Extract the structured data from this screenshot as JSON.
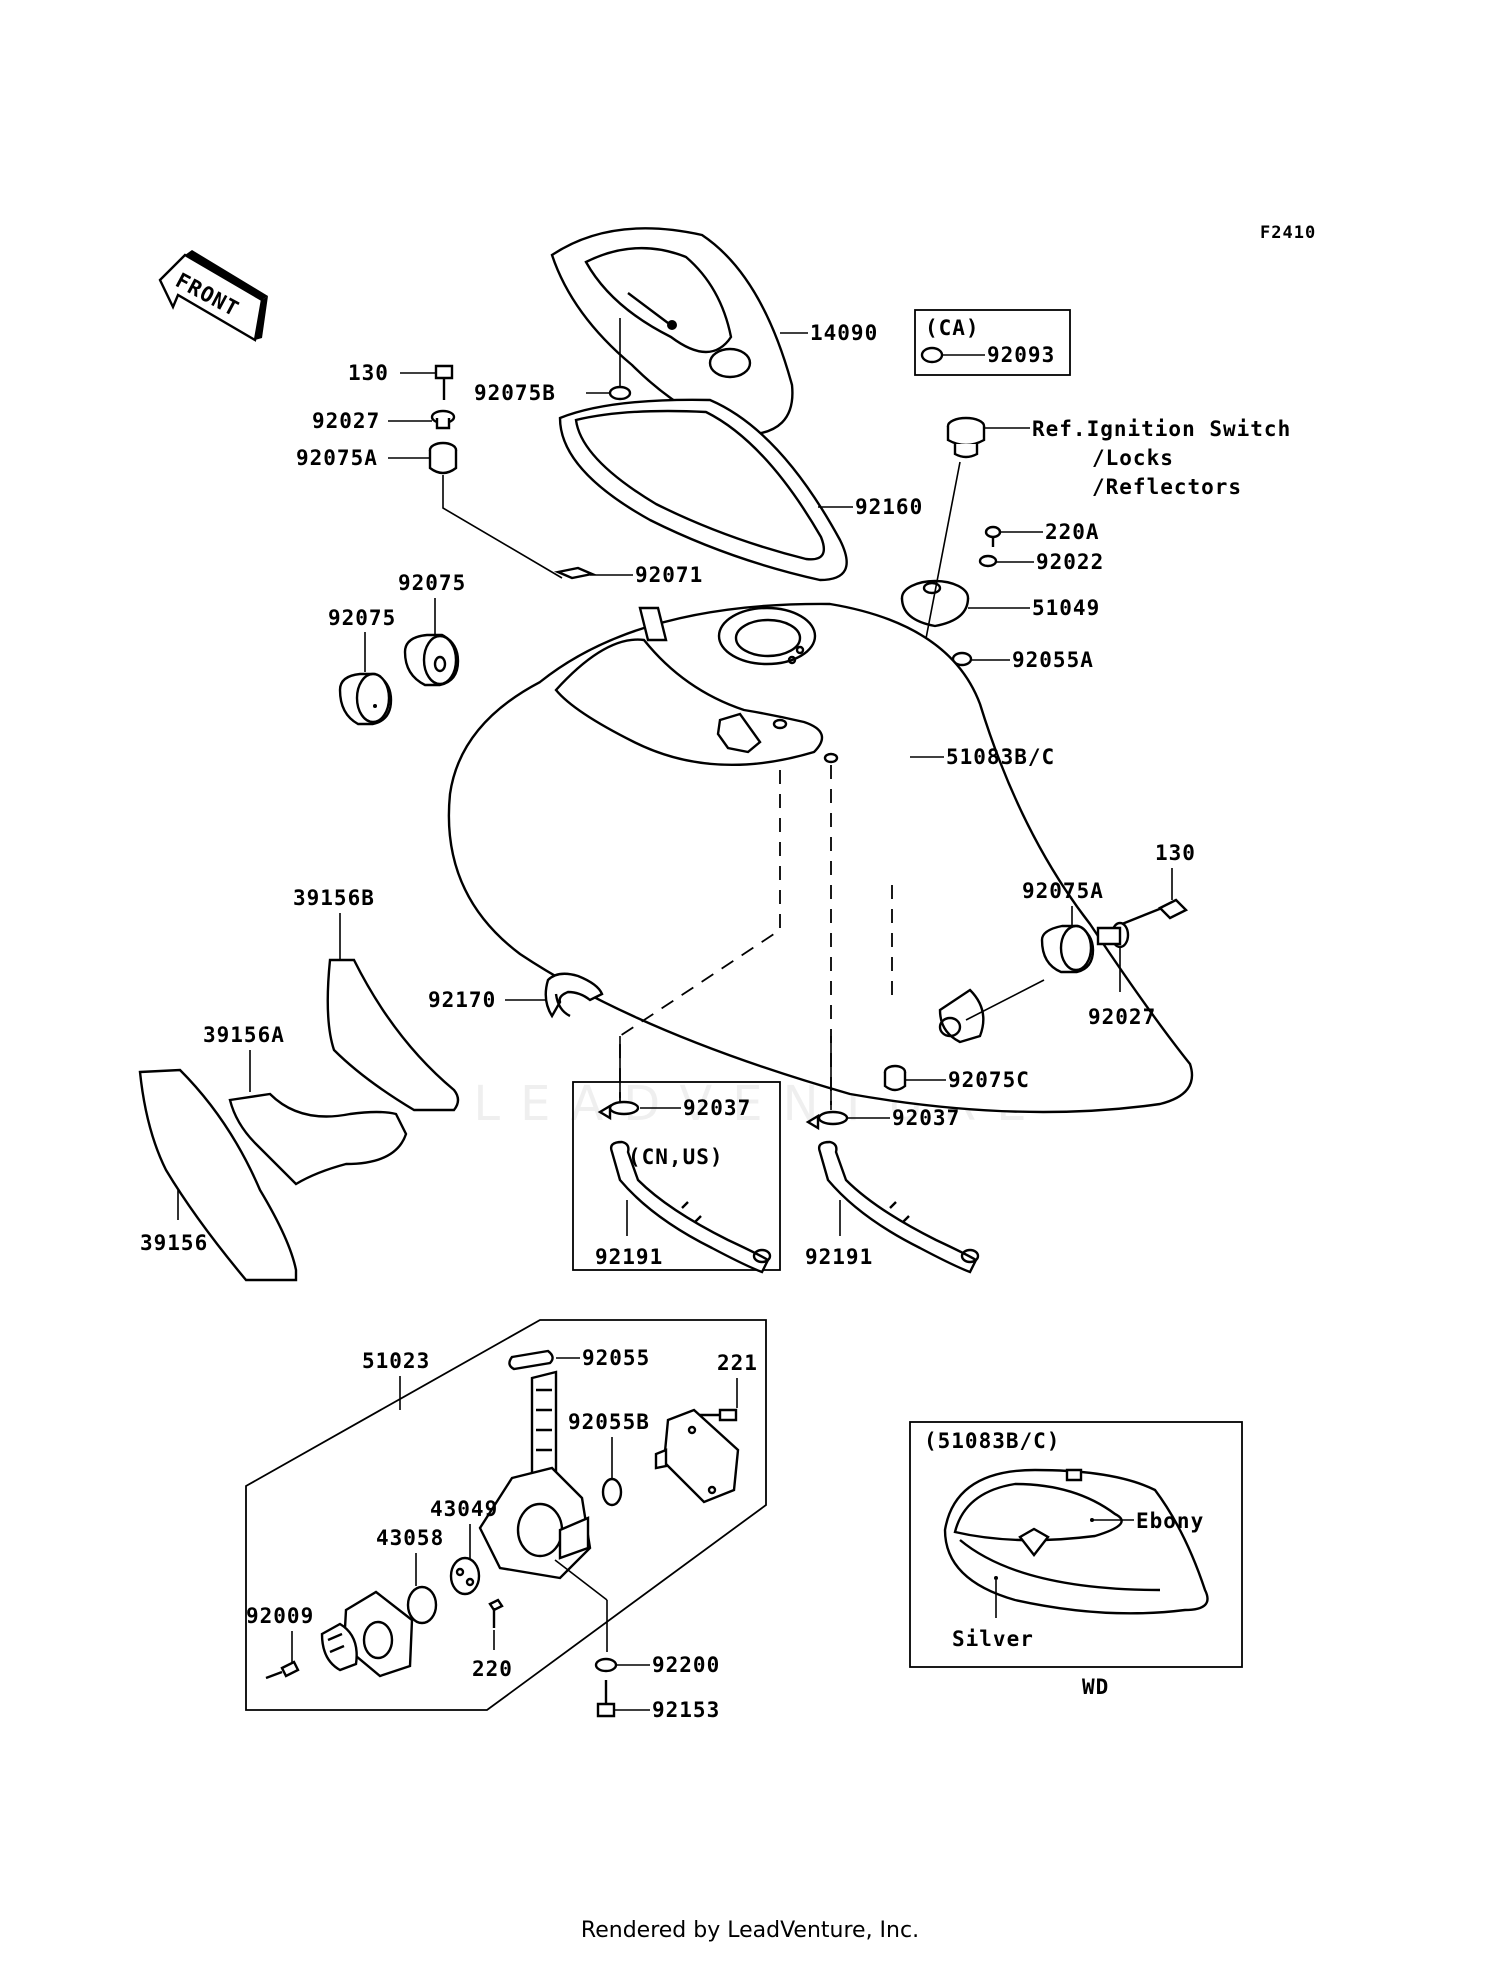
{
  "diagram_code": "F2410",
  "front_label": "FRONT",
  "watermark": "LEADVENTURE",
  "footer": "Rendered by LeadVenture, Inc.",
  "callouts": {
    "p14090": "14090",
    "ca_region": "(CA)",
    "p92093": "92093",
    "p130a": "130",
    "p92075b": "92075B",
    "p92027a": "92027",
    "p92075a_top": "92075A",
    "ref_line1": "Ref.Ignition Switch",
    "ref_line2": "/Locks",
    "ref_line3": "/Reflectors",
    "p92160": "92160",
    "p220a": "220A",
    "p92022": "92022",
    "p92071": "92071",
    "p51049": "51049",
    "p92075_1": "92075",
    "p92075_2": "92075",
    "p92055a": "92055A",
    "p51083bc": "51083B/C",
    "p130b": "130",
    "p92075a_right": "92075A",
    "p39156b": "39156B",
    "p92027b": "92027",
    "p92170": "92170",
    "p39156a": "39156A",
    "p92075c": "92075C",
    "p92037a": "92037",
    "p92037b": "92037",
    "region_cn_us": "(CN,US)",
    "p92191a": "92191",
    "p92191b": "92191",
    "p39156": "39156",
    "p51023": "51023",
    "p92055": "92055",
    "p221": "221",
    "p92055b": "92055B",
    "p43049": "43049",
    "p43058": "43058",
    "p92009": "92009",
    "p220": "220",
    "p92200": "92200",
    "p92153": "92153",
    "inset_title": "(51083B/C)",
    "ebony": "Ebony",
    "silver": "Silver",
    "inset_model": "WD"
  }
}
